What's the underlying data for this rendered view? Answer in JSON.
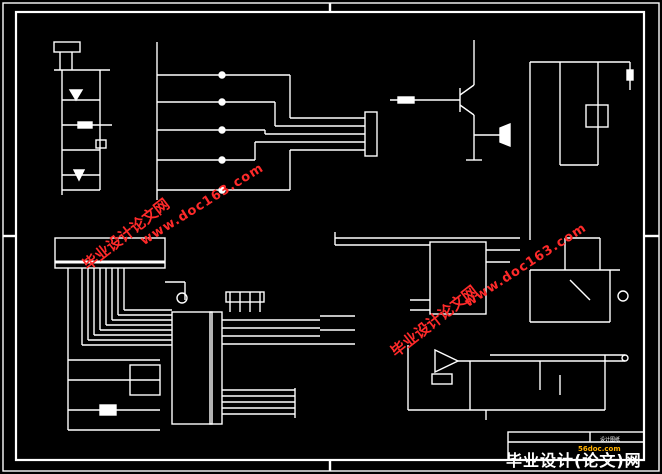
{
  "watermark": {
    "cn_text": "毕业设计论文网",
    "url_text": "www.doc163.com"
  },
  "title_block": {
    "label": "设计图纸"
  },
  "logo": {
    "text": "毕业设计(论文)网",
    "url": "56doc.com"
  },
  "colors": {
    "background": "#000000",
    "lines": "#ffffff",
    "watermark": "#ff2a2a",
    "logo_accent": "#ffb000"
  }
}
